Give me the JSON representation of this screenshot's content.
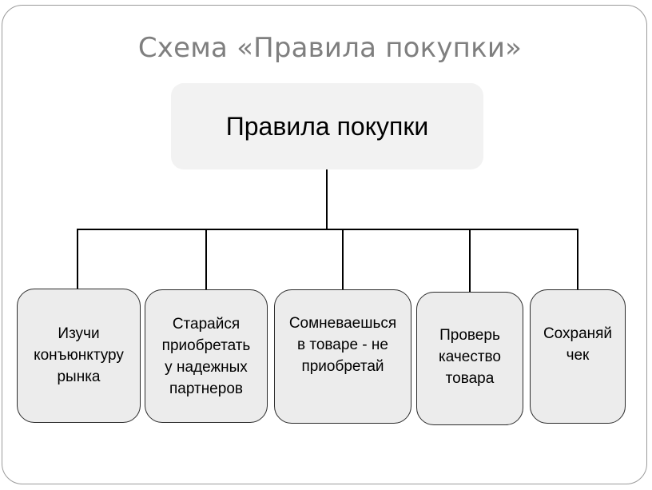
{
  "title": "Схема «Правила покупки»",
  "root": {
    "label": "Правила покупки"
  },
  "children": [
    {
      "label": "Изучи\nконъюнктуру\nрынка"
    },
    {
      "label": "Старайся\nприобретать\nу надежных\nпартнеров"
    },
    {
      "label": "Сомневаешься\nв товаре - не\nприобретай"
    },
    {
      "label": "Проверь\nкачество\nтовара"
    },
    {
      "label": "Сохраняй\nчек"
    }
  ]
}
